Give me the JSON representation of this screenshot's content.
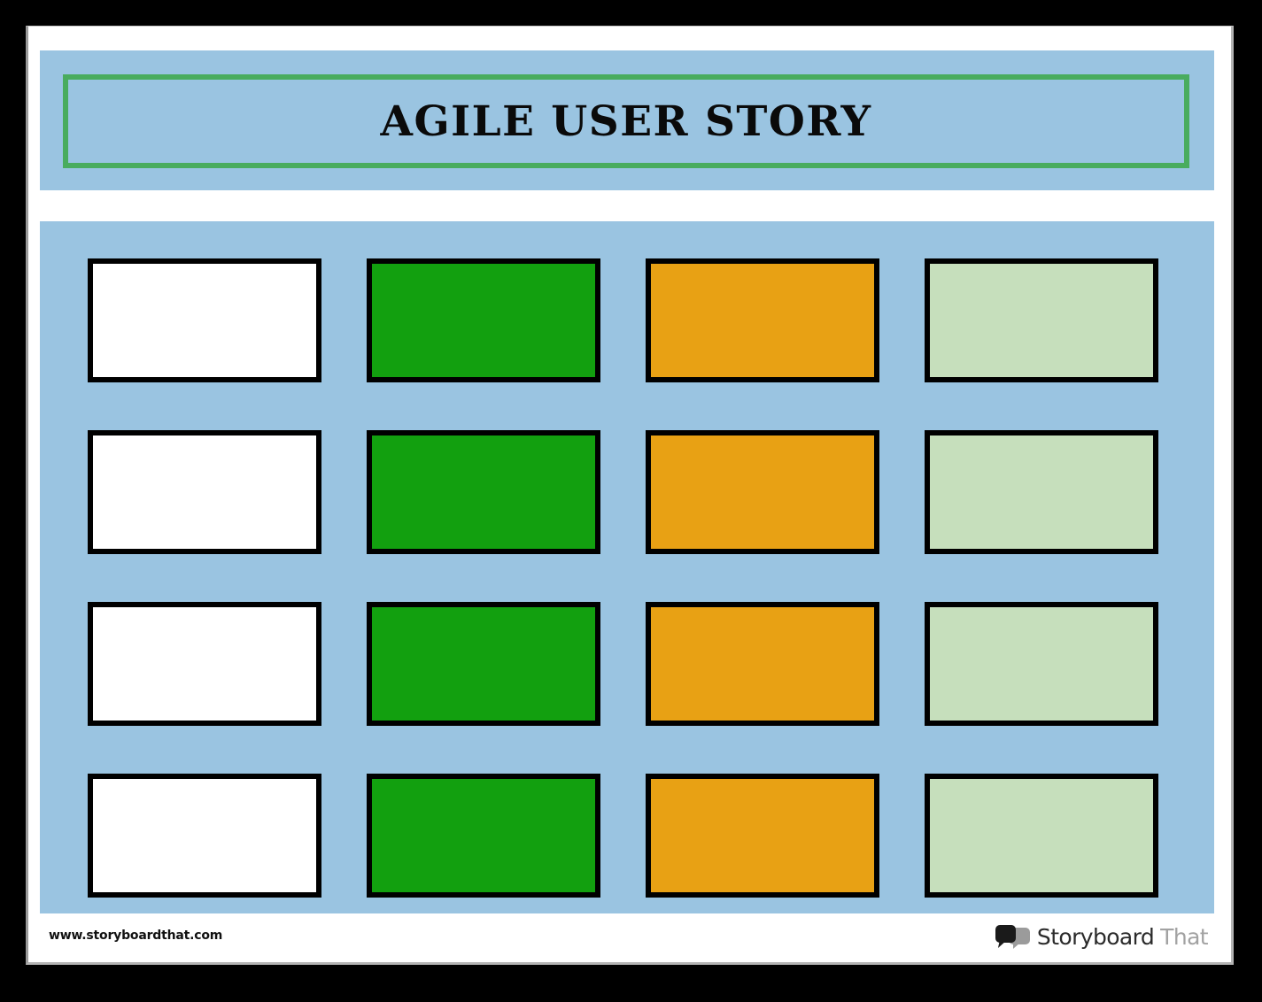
{
  "poster": {
    "title": "AGILE USER STORY",
    "frame_color": "#000000",
    "page_color": "#ffffff",
    "panel_color": "#9ac4e1",
    "title_border_color": "#49ac5e"
  },
  "board": {
    "columns": [
      {
        "key": "col-white",
        "color": "#ffffff"
      },
      {
        "key": "col-green",
        "color": "#12a00f"
      },
      {
        "key": "col-orange",
        "color": "#e8a114"
      },
      {
        "key": "col-lightgreen",
        "color": "#c6dfbc"
      }
    ],
    "rows": 4,
    "cards": [
      {
        "row": 1,
        "col": 1,
        "color": "#ffffff",
        "text": ""
      },
      {
        "row": 1,
        "col": 2,
        "color": "#12a00f",
        "text": ""
      },
      {
        "row": 1,
        "col": 3,
        "color": "#e8a114",
        "text": ""
      },
      {
        "row": 1,
        "col": 4,
        "color": "#c6dfbc",
        "text": ""
      },
      {
        "row": 2,
        "col": 1,
        "color": "#ffffff",
        "text": ""
      },
      {
        "row": 2,
        "col": 2,
        "color": "#12a00f",
        "text": ""
      },
      {
        "row": 2,
        "col": 3,
        "color": "#e8a114",
        "text": ""
      },
      {
        "row": 2,
        "col": 4,
        "color": "#c6dfbc",
        "text": ""
      },
      {
        "row": 3,
        "col": 1,
        "color": "#ffffff",
        "text": ""
      },
      {
        "row": 3,
        "col": 2,
        "color": "#12a00f",
        "text": ""
      },
      {
        "row": 3,
        "col": 3,
        "color": "#e8a114",
        "text": ""
      },
      {
        "row": 3,
        "col": 4,
        "color": "#c6dfbc",
        "text": ""
      },
      {
        "row": 4,
        "col": 1,
        "color": "#ffffff",
        "text": ""
      },
      {
        "row": 4,
        "col": 2,
        "color": "#12a00f",
        "text": ""
      },
      {
        "row": 4,
        "col": 3,
        "color": "#e8a114",
        "text": ""
      },
      {
        "row": 4,
        "col": 4,
        "color": "#c6dfbc",
        "text": ""
      }
    ]
  },
  "footer": {
    "url": "www.storyboardthat.com",
    "logo": {
      "icon": "speech-bubbles-icon",
      "word_dark": "Storyboard",
      "word_grey": "That"
    }
  }
}
